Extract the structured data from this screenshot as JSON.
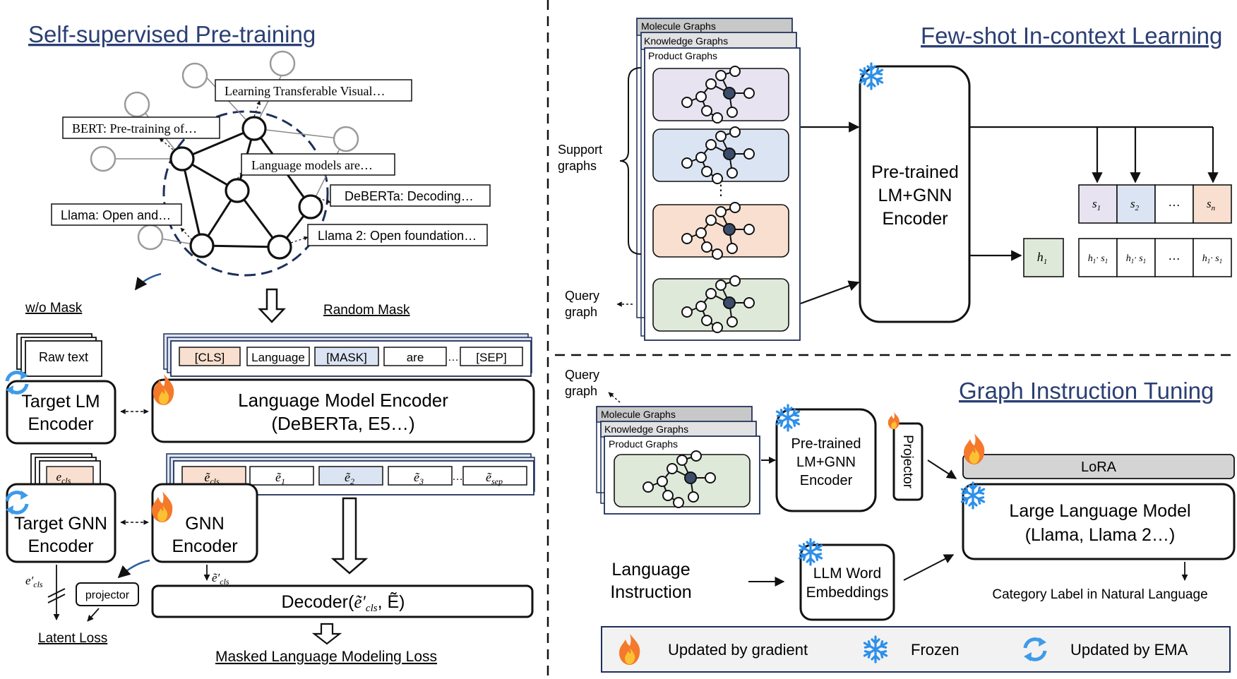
{
  "left": {
    "title": "Self-supervised Pre-training",
    "papers": {
      "learning": "Learning Transferable Visual…",
      "bert": "BERT: Pre-training of…",
      "language": "Language models are…",
      "deberta": "DeBERTa: Decoding…",
      "llama": "Llama: Open and…",
      "llama2": "Llama 2: Open foundation…"
    },
    "wo_mask": "w/o Mask",
    "random_mask": "Random Mask",
    "raw_text": "Raw text",
    "target_lm": [
      "Target LM",
      "Encoder"
    ],
    "lm_encoder": [
      "Language Model Encoder",
      "(DeBERTa, E5…)"
    ],
    "tokens": [
      "[CLS]",
      "Language",
      "[MASK]",
      "are",
      "[SEP]"
    ],
    "token_ellipsis": "…",
    "e_cls": "e",
    "e_cls_sub": "cls",
    "target_gnn": [
      "Target GNN",
      "Encoder"
    ],
    "gnn_encoder": [
      "GNN",
      "Encoder"
    ],
    "emb_tokens": [
      "ẽ",
      "ẽ",
      "ẽ",
      "ẽ",
      "ẽ"
    ],
    "emb_subs": [
      "cls",
      "1",
      "2",
      "3",
      "sep"
    ],
    "e_prime": "e′",
    "e_tilde_prime": "ẽ′",
    "projector": "projector",
    "latent_loss": "Latent Loss",
    "decoder": "Decoder(ẽ′cls, Ẽ)",
    "decoder_main": "Decoder(",
    "decoder_e": "ẽ′",
    "decoder_sub": "cls",
    "decoder_tail": ", Ẽ)",
    "mlm_loss": "Masked Language Modeling Loss"
  },
  "right_top": {
    "title": "Few-shot In-context Learning",
    "stack": [
      "Molecule Graphs",
      "Knowledge Graphs",
      "Product Graphs"
    ],
    "support": [
      "Support",
      "graphs"
    ],
    "query": [
      "Query",
      "graph"
    ],
    "encoder": [
      "Pre-trained",
      "LM+GNN",
      "Encoder"
    ],
    "s_cells": [
      "s",
      "s",
      "…",
      "s"
    ],
    "s_subs": [
      "1",
      "2",
      "",
      "n"
    ],
    "h_label": "h",
    "h_sub": "1",
    "hs_cells": [
      "h",
      "h",
      "…",
      "h"
    ],
    "hs_text": "· s",
    "colors": {
      "purple": "#e8e3f0",
      "blue": "#dbe4f2",
      "orange": "#f8dfcf",
      "green": "#dfe9d9",
      "h": "#dfe9d9"
    }
  },
  "right_bottom": {
    "title": "Graph Instruction Tuning",
    "query": [
      "Query",
      "graph"
    ],
    "stack": [
      "Molecule Graphs",
      "Knowledge Graphs",
      "Product Graphs"
    ],
    "encoder": [
      "Pre-trained",
      "LM+GNN",
      "Encoder"
    ],
    "projector": "Projector",
    "lora": "LoRA",
    "llm": [
      "Large Language Model",
      "(Llama, Llama 2…)"
    ],
    "category": "Category Label in Natural Language",
    "instruction": [
      "Language",
      "Instruction"
    ],
    "word_emb": [
      "LLM Word",
      "Embeddings"
    ]
  },
  "legend": {
    "gradient": "Updated by gradient",
    "frozen": "Frozen",
    "ema": "Updated by EMA"
  }
}
